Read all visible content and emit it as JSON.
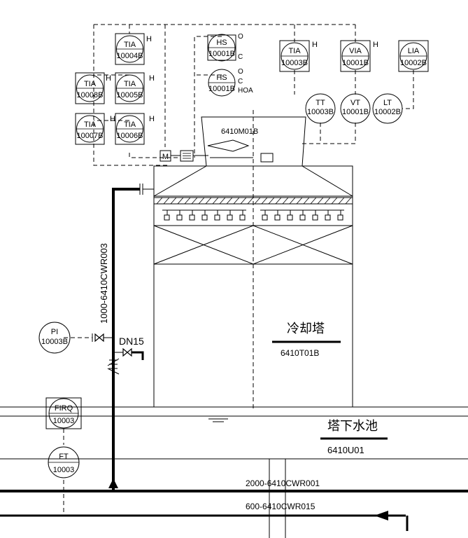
{
  "instruments": [
    {
      "id": "tia-10004b",
      "func": "TIA",
      "num": "10004B",
      "h": "H"
    },
    {
      "id": "tia-10008b",
      "func": "TIA",
      "num": "10008B",
      "h": "H"
    },
    {
      "id": "tia-10005b",
      "func": "TIA",
      "num": "10005B",
      "h": "H"
    },
    {
      "id": "tia-10007b",
      "func": "TIA",
      "num": "10007B",
      "h": "H"
    },
    {
      "id": "tia-10006b",
      "func": "TIA",
      "num": "10006B",
      "h": "H"
    },
    {
      "id": "hs-10001b-a",
      "func": "HS",
      "num": "10001B",
      "note1": "O",
      "note2": "C"
    },
    {
      "id": "hs-10001b-b",
      "func": "HS",
      "num": "10001B",
      "note1": "O",
      "note2": "C",
      "note3": "HOA"
    },
    {
      "id": "tia-10003b",
      "func": "TIA",
      "num": "10003B",
      "h": "H"
    },
    {
      "id": "via-10001b",
      "func": "VIA",
      "num": "10001B",
      "h": "H"
    },
    {
      "id": "lia-10002b",
      "func": "LIA",
      "num": "10002B"
    },
    {
      "id": "tt-10003b",
      "func": "TT",
      "num": "10003B"
    },
    {
      "id": "vt-10001b",
      "func": "VT",
      "num": "10001B"
    },
    {
      "id": "lt-10002b",
      "func": "LT",
      "num": "10002B"
    },
    {
      "id": "pi-10003b",
      "func": "PI",
      "num": "10003B"
    },
    {
      "id": "firq-10003",
      "func": "FIRQ",
      "num": "10003"
    },
    {
      "id": "ft-10003",
      "func": "FT",
      "num": "10003"
    }
  ],
  "motor": {
    "tag": "6410M01B",
    "symbol": "M"
  },
  "tower": {
    "name": "冷却塔",
    "tag": "6410T01B"
  },
  "basin": {
    "name": "塔下水池",
    "tag": "6410U01"
  },
  "lines": {
    "riser": "1000-6410CWR003",
    "drain": "DN15",
    "header1": "2000-6410CWR001",
    "header2": "600-6410CWR015"
  }
}
